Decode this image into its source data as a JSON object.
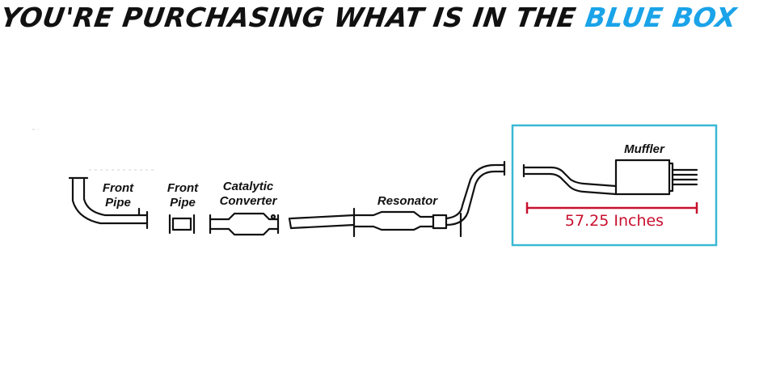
{
  "headline": {
    "lead": "YOU'RE PURCHASING WHAT IS IN THE",
    "accent": "BLUE BOX"
  },
  "labels": {
    "front_pipe_1": [
      "Front",
      "Pipe"
    ],
    "front_pipe_2": [
      "Front",
      "Pipe"
    ],
    "catalytic_converter": [
      "Catalytic",
      "Converter"
    ],
    "resonator": "Resonator",
    "muffler": "Muffler"
  },
  "measurement": "57.25 Inches",
  "colors": {
    "accent_blue": "#1aa3e8",
    "box_border": "#3ab8d4",
    "measure_red": "#c8102e",
    "line": "#111111"
  }
}
